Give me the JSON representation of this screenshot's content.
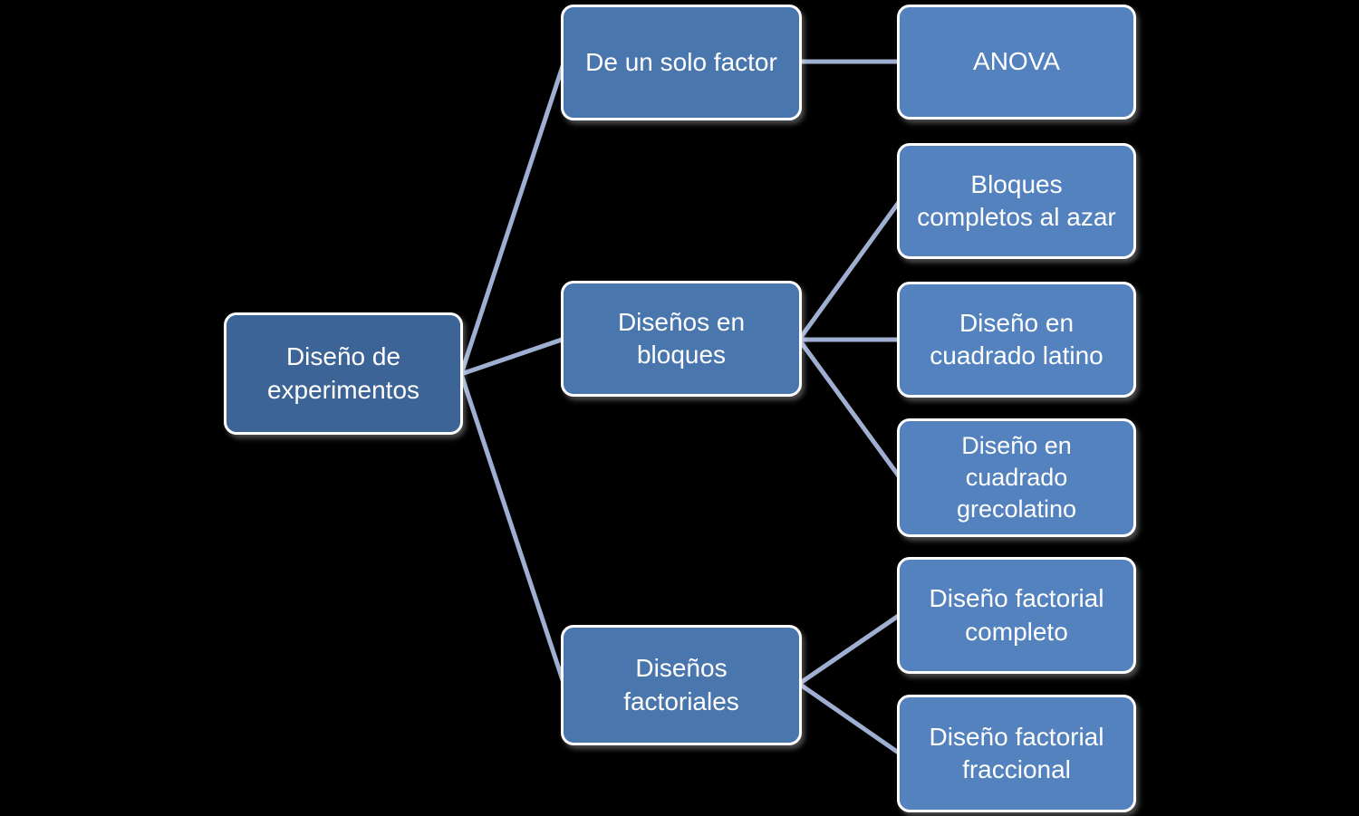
{
  "diagram": {
    "type": "hierarchy",
    "background": "#000000",
    "colors": {
      "root_fill": "#3d6496",
      "branch_fill": "#4a76ae",
      "leaf_fill": "#5382be",
      "border": "#ffffff",
      "text": "#ffffff",
      "connector": "#9fafd2"
    },
    "nodes": [
      {
        "id": "root",
        "label": "Diseño de\nexperimentos",
        "level": 1,
        "parent": null
      },
      {
        "id": "solo-factor",
        "label": "De un solo factor",
        "level": 2,
        "parent": "root"
      },
      {
        "id": "bloques",
        "label": "Diseños en\nbloques",
        "level": 2,
        "parent": "root"
      },
      {
        "id": "factoriales",
        "label": "Diseños\nfactoriales",
        "level": 2,
        "parent": "root"
      },
      {
        "id": "anova",
        "label": "ANOVA",
        "level": 3,
        "parent": "solo-factor"
      },
      {
        "id": "bloques-azar",
        "label": "Bloques\ncompletos al azar",
        "level": 3,
        "parent": "bloques"
      },
      {
        "id": "cuadrado-latino",
        "label": "Diseño en\ncuadrado latino",
        "level": 3,
        "parent": "bloques"
      },
      {
        "id": "cuadrado-grecolatino",
        "label": "Diseño en\ncuadrado\ngrecolatino",
        "level": 3,
        "parent": "bloques"
      },
      {
        "id": "factorial-completo",
        "label": "Diseño factorial\ncompleto",
        "level": 3,
        "parent": "factoriales"
      },
      {
        "id": "factorial-fraccional",
        "label": "Diseño factorial\nfraccional",
        "level": 3,
        "parent": "factoriales"
      }
    ]
  }
}
